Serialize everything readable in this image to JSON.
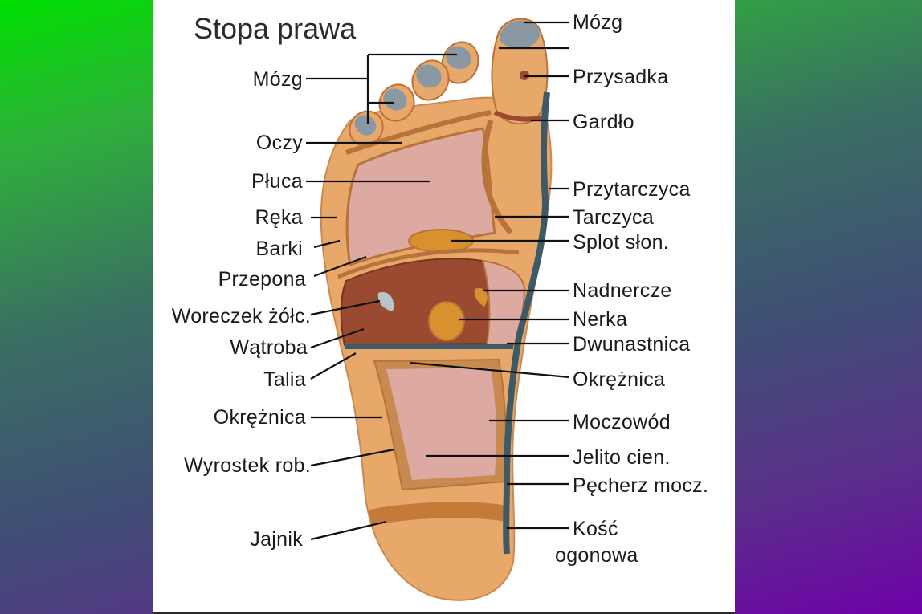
{
  "title": "Stopa prawa",
  "colors": {
    "background_top": "#00e000",
    "background_bottom": "#6e00a8",
    "panel": "#ffffff",
    "skin": "#e8a86a",
    "skin_dark": "#b8733a",
    "zone_pink": "#dcaaa0",
    "liver": "#9a4a30",
    "spine_line": "#3e5a66",
    "toe_tip": "#8a98a4"
  },
  "left_labels": [
    "Mózg",
    "Oczy",
    "Płuca",
    "Ręka",
    "Barki",
    "Przepona",
    "Woreczek żółc.",
    "Wątroba",
    "Talia",
    "Okrężnica",
    "Wyrostek rob.",
    "Jajnik"
  ],
  "right_labels": [
    "Mózg",
    "Przysadka",
    "Gardło",
    "Przytarczyca",
    "Tarczyca",
    "Splot słon.",
    "Nadnercze",
    "Nerka",
    "Dwunastnica",
    "Okrężnica",
    "Moczowód",
    "Jelito cien.",
    "Pęcherz mocz.",
    "Kość",
    "ogonowa"
  ]
}
